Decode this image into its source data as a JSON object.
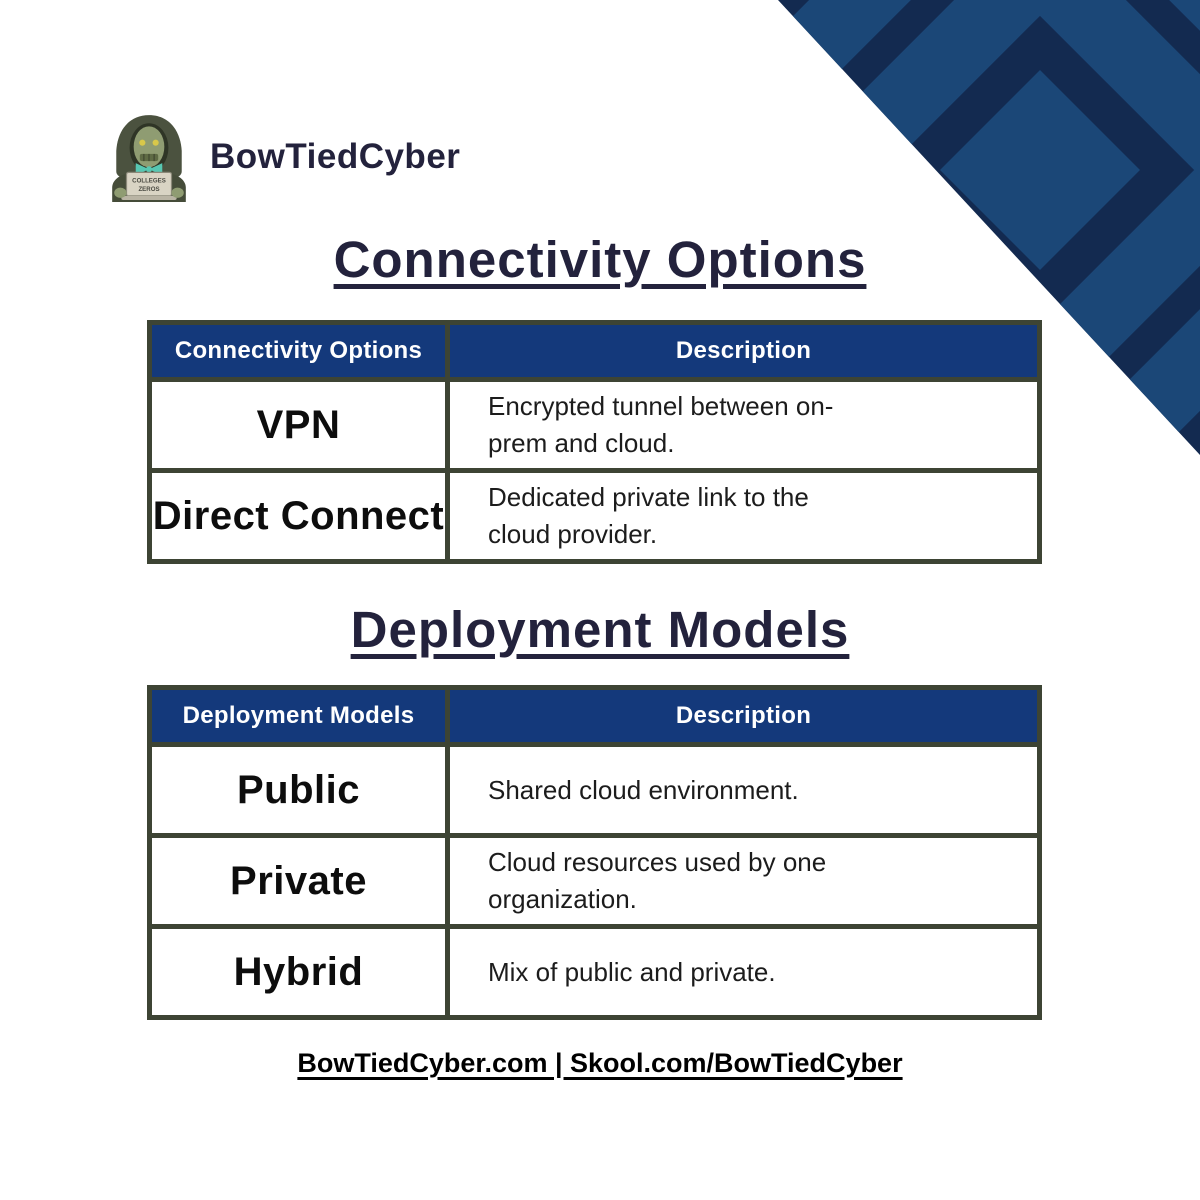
{
  "brand": {
    "name": "BowTiedCyber",
    "avatar": "hooded-zombie-at-laptop",
    "laptop_line1": "COLLEGES",
    "laptop_line2": "ZEROS"
  },
  "sections": [
    {
      "title": "Connectivity Options",
      "table": {
        "headers": [
          "Connectivity Options",
          "Description"
        ],
        "rows": [
          [
            "VPN",
            "Encrypted tunnel between on-prem and cloud."
          ],
          [
            "Direct Connect",
            "Dedicated private link to the cloud provider."
          ]
        ]
      }
    },
    {
      "title": "Deployment Models",
      "table": {
        "headers": [
          "Deployment Models",
          "Description"
        ],
        "rows": [
          [
            "Public",
            "Shared cloud environment."
          ],
          [
            "Private",
            "Cloud resources used by one organization."
          ],
          [
            "Hybrid",
            "Mix of public and private."
          ]
        ]
      }
    }
  ],
  "footer": {
    "text": "BowTiedCyber.com | Skool.com/BowTiedCyber"
  },
  "colors": {
    "page_bg": "#ffffff",
    "title_navy": "#23223c",
    "header_blue": "#14397b",
    "border_olive": "#3d4434",
    "corner_dark": "#132a50",
    "corner_light": "#1b4777",
    "bowtie_teal": "#57c7b2",
    "text_black": "#0d0d0d"
  }
}
